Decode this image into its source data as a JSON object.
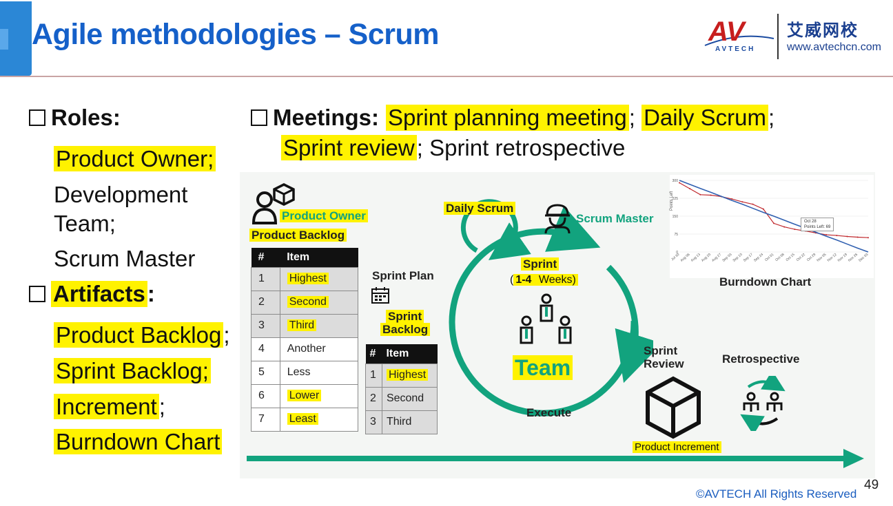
{
  "header": {
    "title": "Agile methodologies – Scrum",
    "logo": {
      "mark": "AV",
      "brand": "AVTECH",
      "cn_name": "艾威网校",
      "url": "www.avtechcn.com"
    }
  },
  "roles": {
    "heading": "Roles:",
    "items": [
      "Product Owner;",
      "Development",
      "Team;",
      "Scrum Master"
    ]
  },
  "artifacts": {
    "heading": "Artifacts",
    "colon": ":",
    "items": [
      "Product Backlog",
      "Sprint Backlog;",
      "Increment",
      "Burndown Chart"
    ],
    "suffix_semicolon": ";"
  },
  "meetings": {
    "heading": "Meetings:",
    "m1": "Sprint planning meeting",
    "m2": "Daily Scrum",
    "m3": "Sprint review",
    "m4": "Sprint retrospective",
    "sep": ";"
  },
  "diagram": {
    "product_owner": "Product Owner",
    "product_backlog": "Product Backlog",
    "backlog_table": {
      "headers": [
        "#",
        "Item"
      ],
      "rows": [
        [
          "1",
          "Highest"
        ],
        [
          "2",
          "Second"
        ],
        [
          "3",
          "Third"
        ],
        [
          "4",
          "Another"
        ],
        [
          "5",
          "Less"
        ],
        [
          "6",
          "Lower"
        ],
        [
          "7",
          "Least"
        ]
      ]
    },
    "sprint_plan": "Sprint Plan",
    "sprint_backlog_l1": "Sprint",
    "sprint_backlog_l2": "Backlog",
    "sprint_table": {
      "headers": [
        "#",
        "Item"
      ],
      "rows": [
        [
          "1",
          "Highest"
        ],
        [
          "2",
          "Second"
        ],
        [
          "3",
          "Third"
        ]
      ]
    },
    "daily_scrum": "Daily Scrum",
    "scrum_master": "Scrum Master",
    "sprint": "Sprint",
    "sprint_duration_open": "(",
    "sprint_duration_bold": "1-4",
    "sprint_duration_rest": " Weeks)",
    "team": "Team",
    "execute": "Execute",
    "sprint_review_l1": "Sprint",
    "sprint_review_l2": "Review",
    "retrospective": "Retrospective",
    "product_increment": "Product Increment",
    "burndown_caption": "Burndown Chart",
    "burndown_note_l1": "Oct 28",
    "burndown_note_l2": "Points Left: 69",
    "burndown_ylabel": "Points Left",
    "colors": {
      "accent_green": "#12a37e",
      "highlight": "#fff200",
      "title_blue": "#1560c9"
    }
  },
  "chart_data": {
    "type": "line",
    "title": "",
    "xlabel": "",
    "ylabel": "Points Left",
    "y_ticks": [
      0,
      75,
      150,
      225,
      300
    ],
    "ylim": [
      0,
      300
    ],
    "x_ticks": [
      "Jul 30",
      "Aug 06",
      "Aug 13",
      "Aug 20",
      "Aug 27",
      "Sep 03",
      "Sep 10",
      "Sep 17",
      "Sep 24",
      "Oct 01",
      "Oct 08",
      "Oct 15",
      "Oct 22",
      "Oct 29",
      "Nov 05",
      "Nov 12",
      "Nov 19",
      "Nov 26",
      "Dec 03"
    ],
    "series": [
      {
        "values": [
          290,
          265,
          240,
          238,
          232,
          222,
          210,
          200,
          180,
          120,
          105,
          95,
          88,
          80,
          72,
          69,
          65,
          62,
          60
        ]
      },
      {
        "values": [
          300,
          283,
          266,
          250,
          233,
          216,
          200,
          183,
          166,
          150,
          133,
          116,
          100,
          83,
          66,
          50,
          33,
          16,
          0
        ]
      }
    ]
  },
  "footer": {
    "copyright": "©AVTECH All Rights Reserved",
    "page": "49"
  }
}
